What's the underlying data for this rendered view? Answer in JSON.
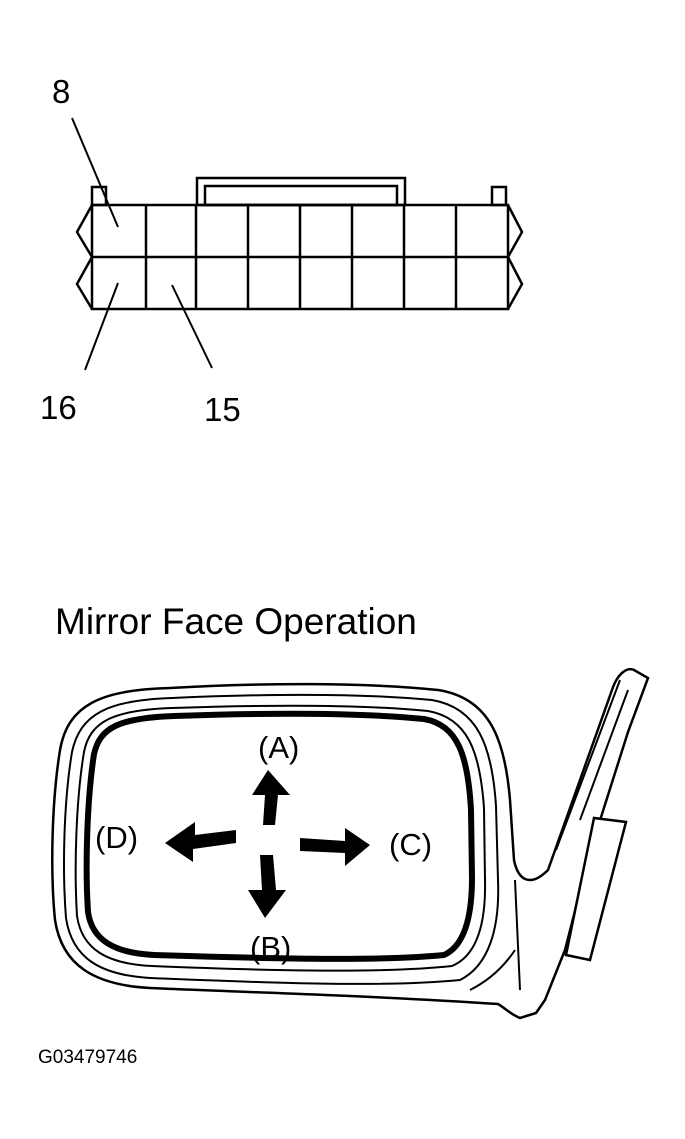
{
  "connector": {
    "pin_top_label": "8",
    "pin_bottom_left_label": "16",
    "pin_bottom_second_label": "15"
  },
  "mirror": {
    "title": "Mirror Face Operation",
    "arrow_up_label": "(A)",
    "arrow_down_label": "(B)",
    "arrow_right_label": "(C)",
    "arrow_left_label": "(D)"
  },
  "figure_id": "G03479746"
}
